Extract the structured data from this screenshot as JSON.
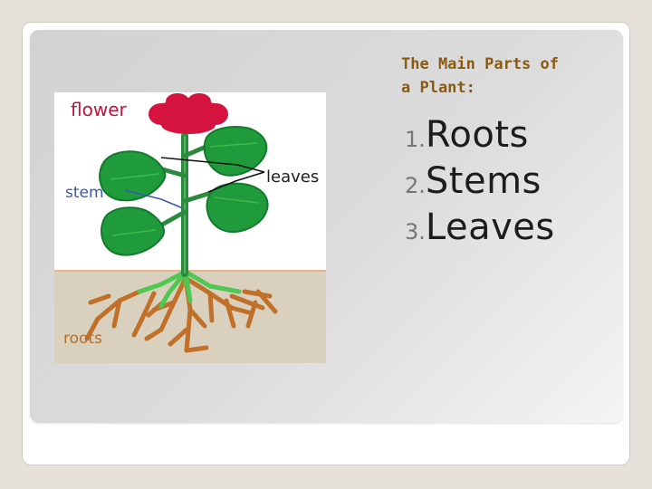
{
  "slide": {
    "title_lines": [
      "The Main Parts of",
      "a Plant:"
    ],
    "bullets": [
      {
        "number": "1.",
        "text": "Roots"
      },
      {
        "number": "2.",
        "text": "Stems"
      },
      {
        "number": "3.",
        "text": "Leaves"
      }
    ]
  },
  "diagram": {
    "labels": {
      "flower": "flower",
      "leaves": "leaves",
      "stem": "stem",
      "roots": "roots"
    }
  },
  "colors": {
    "background": "#e6e2db",
    "title": "#8a5a12",
    "bullet_number": "#767676",
    "label_red": "#c0143c",
    "label_blue": "#3a5aa8",
    "label_roots": "#b07030",
    "flower": "#d4143f",
    "leaf": "#1f9b3c",
    "stem": "#2b8a3e",
    "soil": "#d9d1be",
    "root": "#c07028",
    "root_green": "#4ec850"
  }
}
